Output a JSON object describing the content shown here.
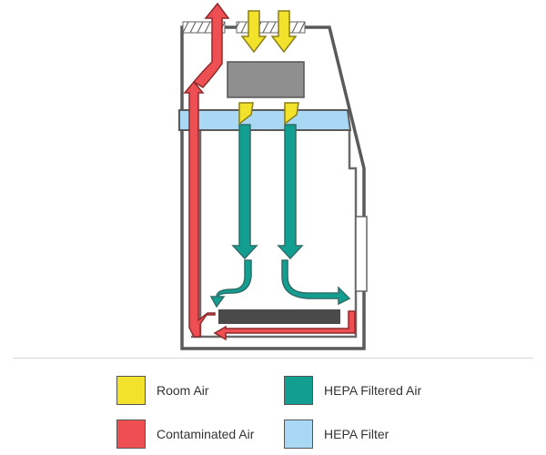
{
  "colors": {
    "room_air": "#f3e22b",
    "hepa_filtered_air": "#139e92",
    "contaminated_air": "#ed4f52",
    "hepa_filter": "#a9d8f4",
    "cabinet_outline": "#5a5a5a",
    "blower": "#8f8f8f",
    "work_surface": "#4a4a4a"
  },
  "legend": [
    {
      "label": "Room Air",
      "color": "#f3e22b"
    },
    {
      "label": "HEPA Filtered Air",
      "color": "#139e92"
    },
    {
      "label": "Contaminated Air",
      "color": "#ed4f52"
    },
    {
      "label": "HEPA Filter",
      "color": "#a9d8f4"
    }
  ]
}
